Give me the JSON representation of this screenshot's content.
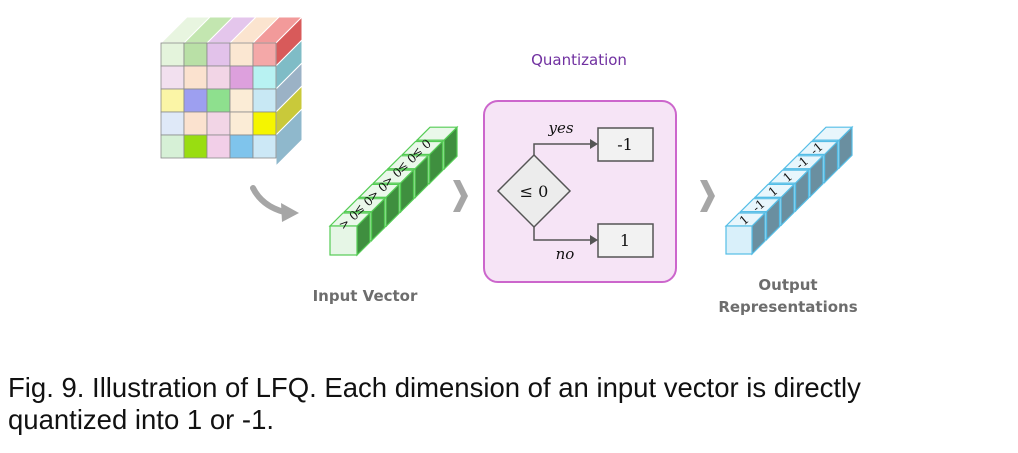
{
  "title": "Quantization",
  "input_label": "Input Vector",
  "output_label_line1": "Output",
  "output_label_line2": "Representations",
  "input_values": [
    "> 0",
    "≤ 0",
    "> 0",
    "> 0",
    "≤ 0",
    "≤ 0"
  ],
  "output_values": [
    "1",
    "-1",
    "1",
    "1",
    "-1",
    "-1"
  ],
  "decision": {
    "condition": "≤ 0",
    "yes_label": "yes",
    "no_label": "no",
    "yes_value": "-1",
    "no_value": "1"
  },
  "caption": {
    "line1": "Fig. 9. Illustration of LFQ. Each dimension of an input vector is directly",
    "line2": "quantized into 1 or -1."
  },
  "colors": {
    "quant_box_fill": "#f6e4f6",
    "quant_box_stroke": "#cc66cc",
    "quant_title": "#7030a0",
    "input_stroke": "#55cc55",
    "input_fill": "#e6f6e6",
    "output_stroke": "#55bde6",
    "output_fill": "#d9f0fa",
    "arrow": "#a6a6a6"
  }
}
